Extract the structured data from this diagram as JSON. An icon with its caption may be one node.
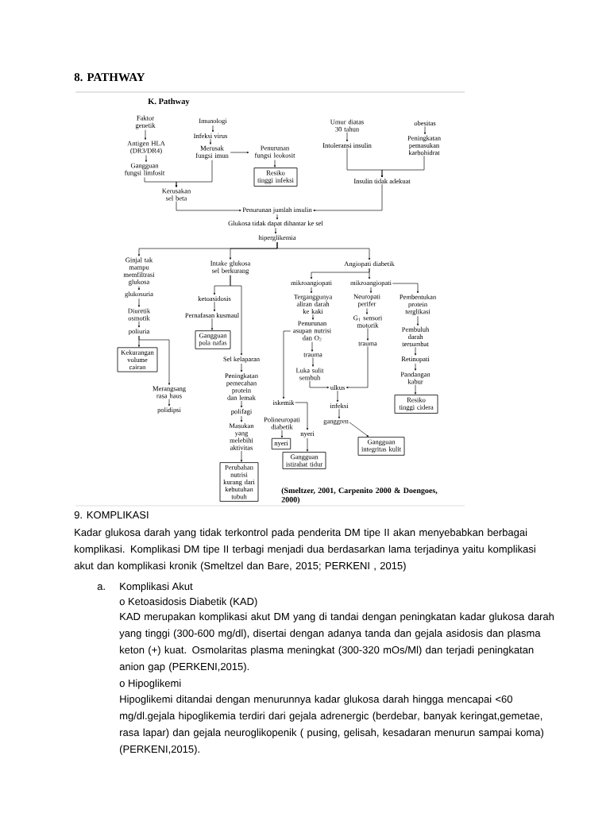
{
  "diagram": {
    "title": "8. PATHWAY",
    "nodes": [
      {
        "text": [
          "Faktor genetik"
        ]
      },
      {
        "text": [
          "Antigen HLA (DR3/DR4)"
        ]
      },
      {
        "text": [
          "Gangguan fungsi limfosit"
        ]
      },
      {
        "text": [
          "Imunologi"
        ]
      },
      {
        "text": [
          "Infeksi virus"
        ]
      },
      {
        "text": [
          "Merusak fungsi imun"
        ]
      },
      {
        "text": [
          "Penurunan fungsi leokosit"
        ]
      },
      {
        "text": [
          "Resiko tinggi infeksi"
        ]
      },
      {
        "text": [
          "Umur diatas 30 tahun"
        ]
      },
      {
        "text": [
          "Intoleransi insulin"
        ]
      },
      {
        "text": [
          "obesitas"
        ]
      },
      {
        "text": [
          "Peningkatan pemasukan karbohidrat"
        ]
      },
      {
        "text": [
          "Insulin tidak adekuat"
        ]
      },
      {
        "text": [
          "Kerusakan sel beta"
        ]
      },
      {
        "text": [
          "Penurunan jumlah insulin"
        ]
      },
      {
        "text": [
          "Glukosa tidak dapat dihantar ke sel"
        ]
      },
      {
        "text": [
          "hiperglikemia"
        ]
      },
      {
        "text": [
          "Ginjal tak mampu memfiltrasi glukosa"
        ]
      },
      {
        "text": [
          "glukosuria"
        ]
      },
      {
        "text": [
          "Diuretik osmotik"
        ]
      },
      {
        "text": [
          "poliuria"
        ]
      },
      {
        "text": [
          "Kekurangan volume cairan"
        ]
      },
      {
        "text": [
          "Merangsang rasa haus"
        ]
      },
      {
        "text": [
          "polidipsi"
        ]
      },
      {
        "text": [
          "Intake glukosa sel berkurang"
        ]
      },
      {
        "text": [
          "ketoasidosis"
        ]
      },
      {
        "text": [
          "Pernafasan kusmaul"
        ]
      },
      {
        "text": [
          "Gangguan pola nafas"
        ]
      },
      {
        "text": [
          "Sel kelaparan"
        ]
      },
      {
        "text": [
          "Peningkatan pemecahan protein dan lemak"
        ]
      },
      {
        "text": [
          "polifagi"
        ]
      },
      {
        "text": [
          "Masukan yang melebihi aktivitas"
        ]
      },
      {
        "text": [
          "Perubahan nutrisi kurang dari kebutuhan tubuh"
        ]
      },
      {
        "text": [
          "Angiopati diabetik"
        ]
      },
      {
        "text": [
          "mikroangiopati"
        ]
      },
      {
        "text": [
          "mikroangiopati"
        ]
      },
      {
        "text": [
          "Terganggunya aliran darah ke kaki"
        ]
      },
      {
        "text": [
          "Penurunan asupan nutrisi dan O$_{2}$"
        ]
      },
      {
        "text": [
          "trauma"
        ]
      },
      {
        "text": [
          "Luka sulit sembuh"
        ]
      },
      {
        "text": [
          "iskemik"
        ]
      },
      {
        "text": [
          "Polineuropati diabetik"
        ]
      },
      {
        "text": [
          "nyeri"
        ]
      },
      {
        "text": [
          "nyeri"
        ]
      },
      {
        "text": [
          "Gangguan istirahat tidur"
        ]
      },
      {
        "text": [
          "ulkus"
        ]
      },
      {
        "text": [
          "infeksi"
        ]
      },
      {
        "text": [
          "ganggren"
        ]
      },
      {
        "text": [
          "Gangguan integritas kulit"
        ]
      },
      {
        "text": [
          "Neuropati perifer"
        ]
      },
      {
        "text": [
          "G$_{1}$ sensori motorik"
        ]
      },
      {
        "text": [
          "trauma"
        ]
      },
      {
        "text": [
          "Pembentukan protein terglikasi"
        ]
      },
      {
        "text": [
          "Pembuluh darah tersumbat"
        ]
      },
      {
        "text": [
          "Retinopati"
        ]
      },
      {
        "text": [
          "Pandangan kabur"
        ]
      },
      {
        "text": [
          "Resiko tinggi cidera"
        ]
      }
    ],
    "edges": [
      {
        "from": 0,
        "to": 1,
        "arrow": "to"
      },
      {
        "from": 1,
        "to": 2,
        "arrow": "to"
      },
      {
        "from": 3,
        "to": 4,
        "arrow": "to"
      },
      {
        "from": 4,
        "to": 5,
        "arrow": "to"
      },
      {
        "from": 5,
        "to": 6,
        "arrow": "to"
      },
      {
        "from": 6,
        "to": 7,
        "arrow": "to"
      },
      {
        "from": 2,
        "to": 13,
        "arrow": "to"
      },
      {
        "from": 5,
        "to": 13,
        "arrow": "to"
      },
      {
        "from": 8,
        "to": 9,
        "arrow": "to"
      },
      {
        "from": 10,
        "to": 11,
        "arrow": "to"
      },
      {
        "from": 9,
        "to": 12,
        "arrow": "to"
      },
      {
        "from": 11,
        "to": 12,
        "arrow": "to"
      },
      {
        "from": 13,
        "to": 14,
        "arrow": "to"
      },
      {
        "from": 12,
        "to": 14,
        "arrow": "to"
      },
      {
        "from": 14,
        "to": 15,
        "arrow": "to"
      },
      {
        "from": 15,
        "to": 16,
        "arrow": "to"
      },
      {
        "from": 16,
        "to": 17,
        "arrow": "to"
      },
      {
        "from": 16,
        "to": 24,
        "arrow": "to"
      },
      {
        "from": 16,
        "to": 33,
        "arrow": "to"
      },
      {
        "from": 17,
        "to": 18,
        "arrow": "to"
      },
      {
        "from": 18,
        "to": 19,
        "arrow": "to"
      },
      {
        "from": 19,
        "to": 20,
        "arrow": "to"
      },
      {
        "from": 20,
        "to": 21,
        "arrow": "to"
      },
      {
        "from": 20,
        "to": 22,
        "arrow": "to"
      },
      {
        "from": 22,
        "to": 23,
        "arrow": "to"
      },
      {
        "from": 24,
        "to": 25,
        "arrow": "to"
      },
      {
        "from": 24,
        "to": 28,
        "arrow": "to"
      },
      {
        "from": 25,
        "to": 26,
        "arrow": "to"
      },
      {
        "from": 26,
        "to": 27,
        "arrow": "to"
      },
      {
        "from": 28,
        "to": 29,
        "arrow": "to"
      },
      {
        "from": 29,
        "to": 30,
        "arrow": "to"
      },
      {
        "from": 30,
        "to": 31,
        "arrow": "to"
      },
      {
        "from": 31,
        "to": 32,
        "arrow": "to"
      },
      {
        "from": 33,
        "to": 34,
        "arrow": "to"
      },
      {
        "from": 33,
        "to": 35,
        "arrow": "to"
      },
      {
        "from": 35,
        "to": 52,
        "arrow": "to"
      },
      {
        "from": 34,
        "to": 36,
        "arrow": "to"
      },
      {
        "from": 36,
        "to": 37,
        "arrow": "to"
      },
      {
        "from": 37,
        "to": 38,
        "arrow": "to"
      },
      {
        "from": 37,
        "to": 40,
        "arrow": "to"
      },
      {
        "from": 38,
        "to": 39,
        "arrow": "to"
      },
      {
        "from": 39,
        "to": 45,
        "arrow": "to"
      },
      {
        "from": 35,
        "to": 49,
        "arrow": "to"
      },
      {
        "from": 49,
        "to": 50,
        "arrow": "to"
      },
      {
        "from": 50,
        "to": 51,
        "arrow": "to"
      },
      {
        "from": 51,
        "to": 45,
        "arrow": "to"
      },
      {
        "from": 45,
        "to": 46,
        "arrow": "to"
      },
      {
        "from": 46,
        "to": 47,
        "arrow": "to"
      },
      {
        "from": 47,
        "to": 48,
        "arrow": "to"
      },
      {
        "from": 40,
        "to": 43,
        "arrow": "to"
      },
      {
        "from": 41,
        "to": 42,
        "arrow": "to"
      },
      {
        "from": 43,
        "to": 44,
        "arrow": "to"
      },
      {
        "from": 52,
        "to": 53,
        "arrow": "to"
      },
      {
        "from": 53,
        "to": 54,
        "arrow": "to"
      },
      {
        "from": 54,
        "to": 55,
        "arrow": "to"
      },
      {
        "from": 55,
        "to": 56,
        "arrow": "to"
      }
    ],
    "labels": [
      "K. Pathway",
      "(Smeltzer, 2001, Carpenito 2000 & Doengoes, 2000)",
      "9. KOMPLIKASI",
      "Kadar glukosa darah yang tidak terkontrol pada penderita DM tipe II akan menyebabkan berbagai komplikasi. Komplikasi DM tipe II terbagi menjadi dua berdasarkan lama terjadinya yaitu komplikasi akut dan komplikasi kronik (Smeltzel dan Bare, 2015; PERKENI , 2015)",
      "a.",
      "Komplikasi Akut",
      "o Ketoasidosis Diabetik (KAD)",
      "KAD merupakan komplikasi akut DM yang di tandai dengan peningkatan kadar glukosa darah yang tinggi (300-600 mg/dl), disertai dengan adanya tanda dan gejala asidosis dan plasma keton (+) kuat. Osmolaritas plasma meningkat (300-320 mOs/Ml) dan terjadi peningkatan anion gap (PERKENI,2015).",
      "o Hipoglikemi",
      "Hipoglikemi ditandai dengan menurunnya kadar glukosa darah hingga mencapai <60 mg/dl.gejala hipoglikemia terdiri dari gejala adrenergic (berdebar, banyak keringat,gemetae, rasa lapar) dan gejala neuroglikopenik ( pusing, gelisah, kesadaran menurun sampai koma) (PERKENI,2015)."
    ]
  }
}
